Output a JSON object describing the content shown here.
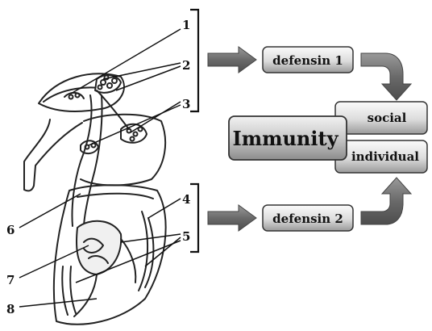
{
  "labels": {
    "n1": "1",
    "n2": "2",
    "n3": "3",
    "n4": "4",
    "n5": "5",
    "n6": "6",
    "n7": "7",
    "n8": "8"
  },
  "boxes": {
    "defensin1": "defensin 1",
    "defensin2": "defensin 2",
    "immunity": "Immunity",
    "social": "social",
    "individual": "individual"
  },
  "colors": {
    "box_fill_top": "#f4f4f4",
    "box_fill_bottom": "#a8a8a8",
    "arrow": "#6f6f6f",
    "outline": "#222222"
  }
}
